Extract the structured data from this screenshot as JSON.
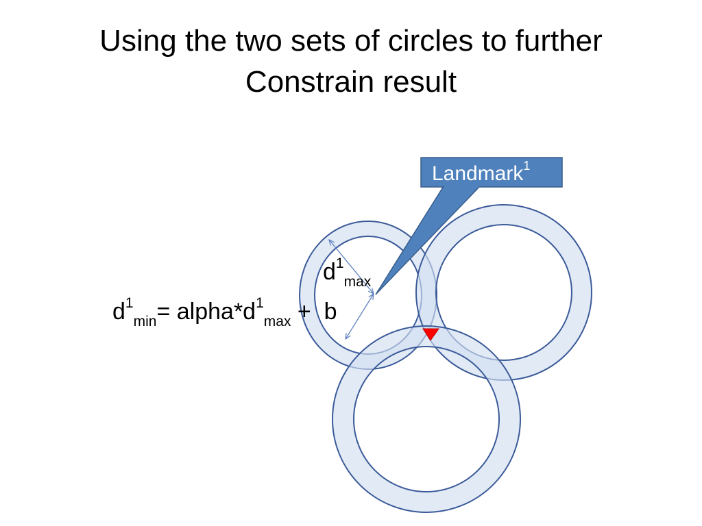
{
  "slide": {
    "title_line1": "Using the two sets of circles to further",
    "title_line2": "Constrain result"
  },
  "callout": {
    "label": "Landmark",
    "superscript": "1"
  },
  "dmax_label": {
    "base": "d",
    "sup": "1",
    "sub": "max"
  },
  "formula": {
    "d": "d",
    "sup1": "1",
    "sub_min": "min",
    "middle": "= alpha*d",
    "sup2": "1",
    "sub_max": "max",
    "tail": " +  b"
  },
  "colors": {
    "ring_fill": "#d3dff1",
    "ring_stroke": "#3a5a99",
    "callout_fill": "#4f81bd",
    "callout_stroke": "#385d8a",
    "arrow": "#5b7fbf",
    "marker": "#ff0000"
  }
}
